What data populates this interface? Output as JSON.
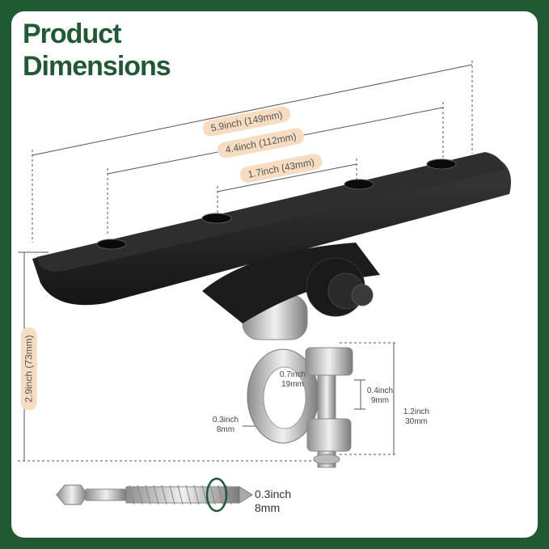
{
  "title": {
    "line1": "Product",
    "line2": "Dimensions"
  },
  "dimensions": {
    "overall_length": "5.9inch (149mm)",
    "outer_hole_spacing": "4.4inch (112mm)",
    "inner_hole_spacing": "1.7inch (43mm)",
    "height": "2.9inch (73mm)",
    "ring_inner": {
      "inch": "0.7inch",
      "mm": "19mm"
    },
    "bolt_gap": {
      "inch": "0.4inch",
      "mm": "9mm"
    },
    "ring_height": {
      "inch": "1.2inch",
      "mm": "30mm"
    },
    "ring_thickness": {
      "inch": "0.3inch",
      "mm": "8mm"
    },
    "screw_diameter": {
      "inch": "0.3inch",
      "mm": "8mm"
    }
  },
  "colors": {
    "frame": "#1f5a34",
    "title": "#1f5a34",
    "pill": "#f6dcc0",
    "bracket": "#222222",
    "metal": "#c8c8c8"
  }
}
